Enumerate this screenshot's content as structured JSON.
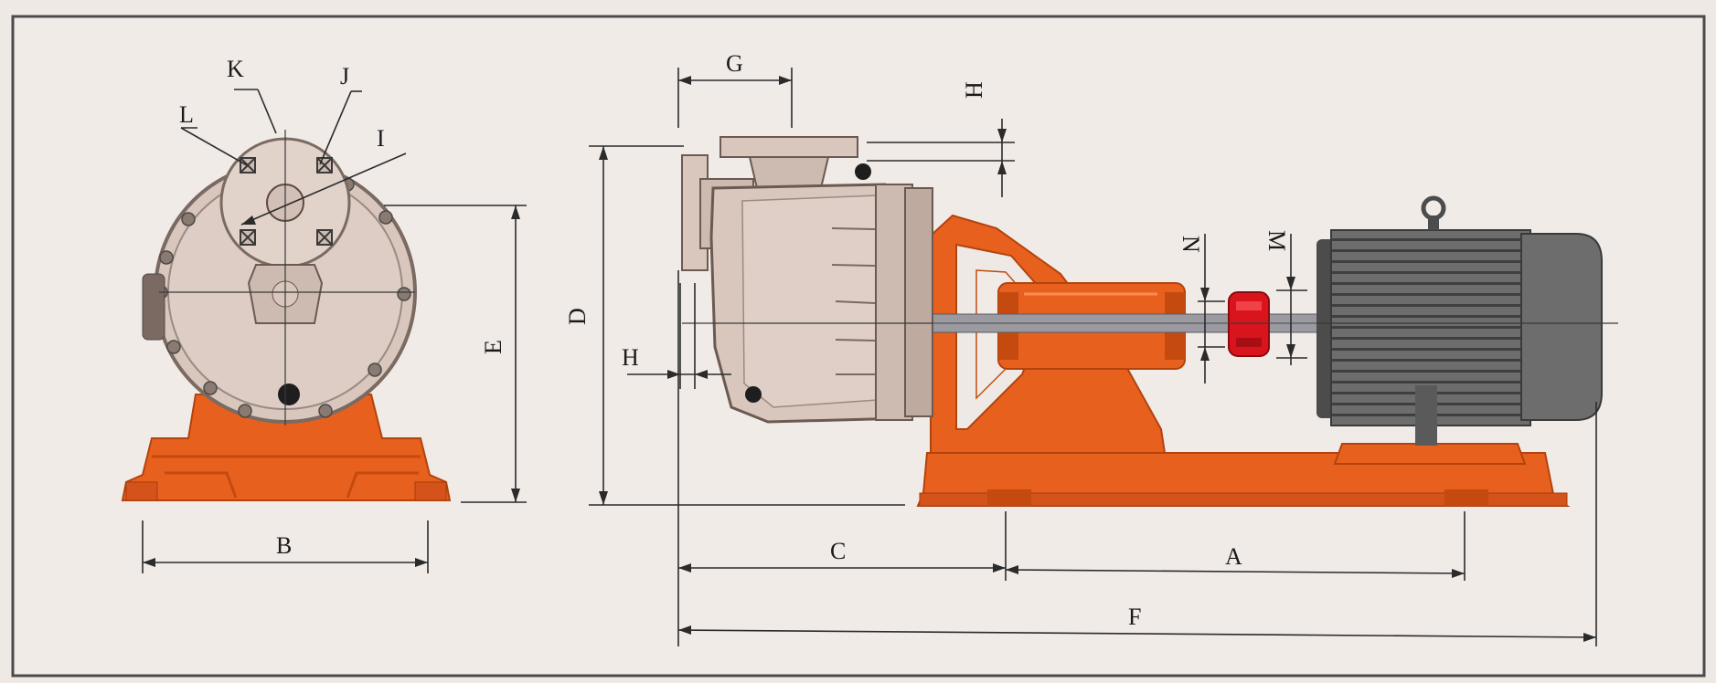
{
  "labels": {
    "A": "A",
    "B": "B",
    "C": "C",
    "D": "D",
    "E": "E",
    "F": "F",
    "G": "G",
    "H_top": "H",
    "H_side": "H",
    "I": "I",
    "J": "J",
    "K": "K",
    "L": "L",
    "M": "M",
    "N": "N"
  },
  "colors": {
    "background": "#efe9e6",
    "frame": "#4a4a4a",
    "base_orange": "#e8601e",
    "base_orange_dark": "#c44a10",
    "casing": "#d9c7bd",
    "casing_dark": "#b9a59a",
    "motor": "#6d6d6d",
    "motor_dark": "#4c4c4c",
    "coupling_red": "#d9141c",
    "dim_line": "#2b2b2b"
  }
}
